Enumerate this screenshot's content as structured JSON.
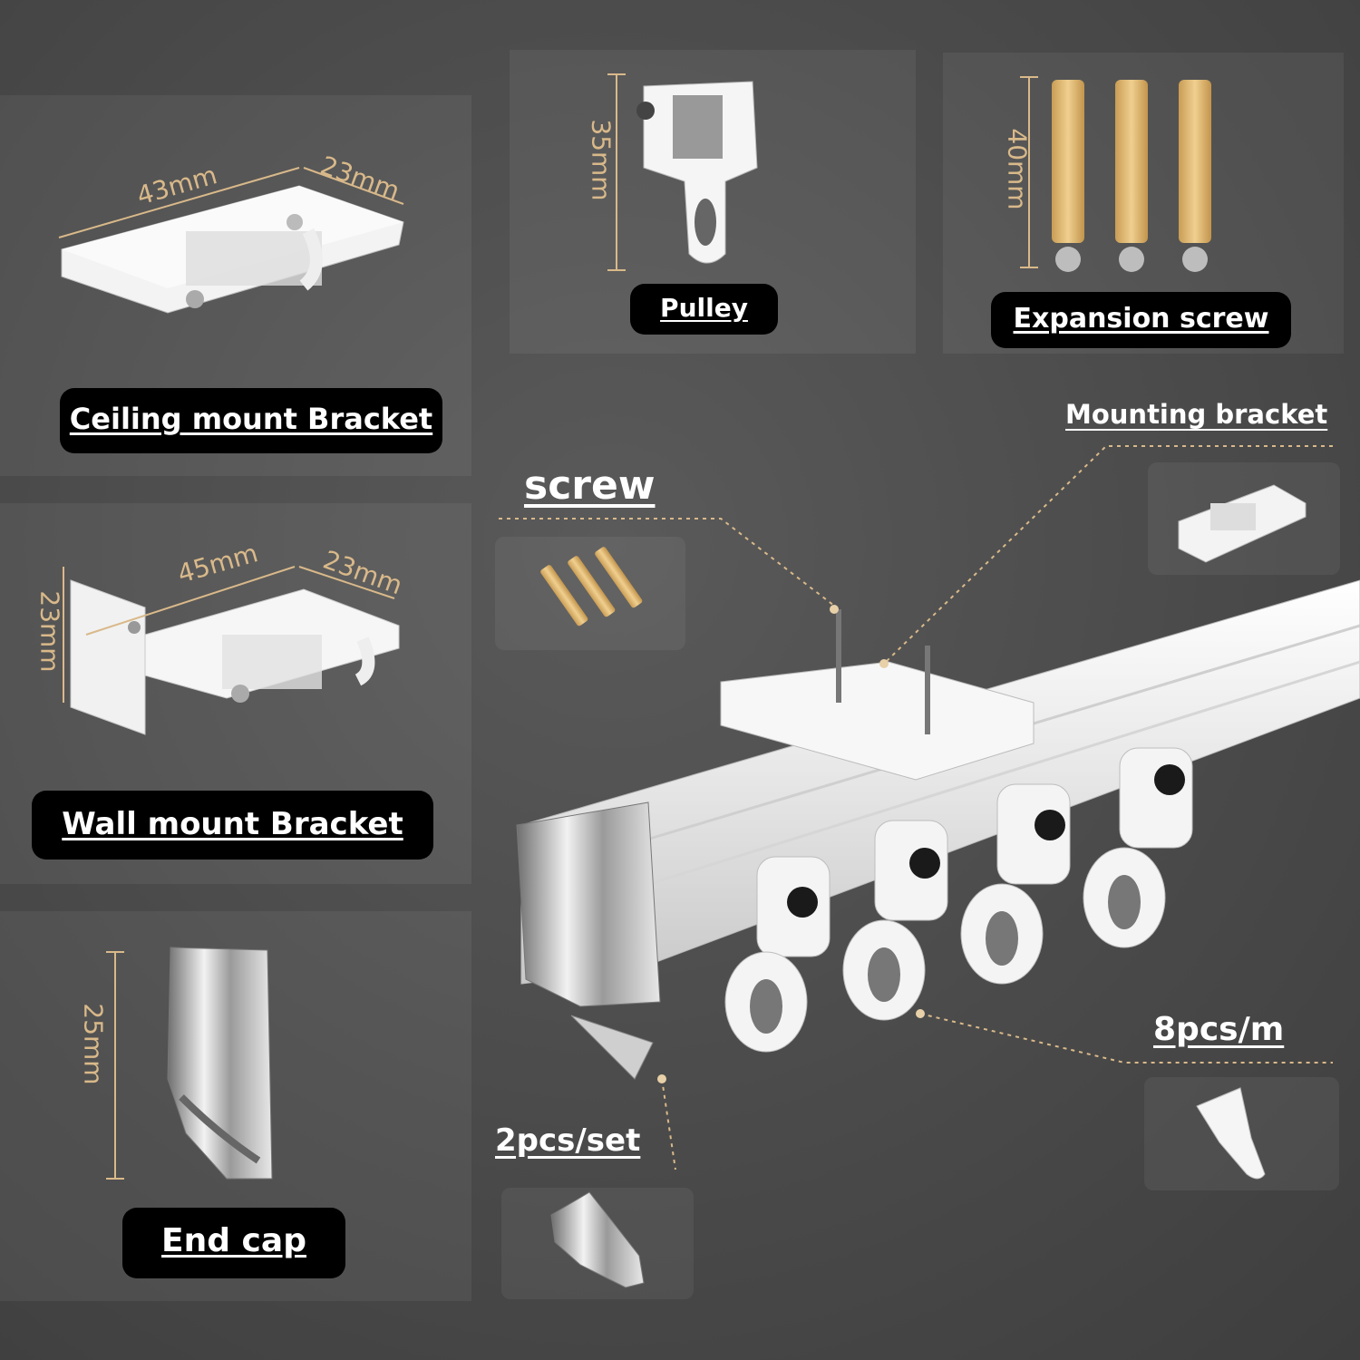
{
  "labels": {
    "ceiling": "Ceiling mount Bracket",
    "wall": "Wall mount Bracket",
    "endcap": "End cap",
    "pulley": "Pulley",
    "expansion": "Expansion screw",
    "mounting": "Mounting bracket",
    "screw": "screw",
    "eight": "8pcs/m",
    "two": "2pcs/set"
  },
  "dims": {
    "ceiling_len": "43mm",
    "ceiling_w": "23mm",
    "wall_len": "45mm",
    "wall_w": "23mm",
    "wall_h": "23mm",
    "endcap_h": "25mm",
    "pulley_h": "35mm",
    "screw_h": "40mm"
  },
  "colors": {
    "dimension": "#d9b98a",
    "anchor": "#e7c27a",
    "metal": "#c8c8c8",
    "white_part": "#f4f4f4"
  }
}
